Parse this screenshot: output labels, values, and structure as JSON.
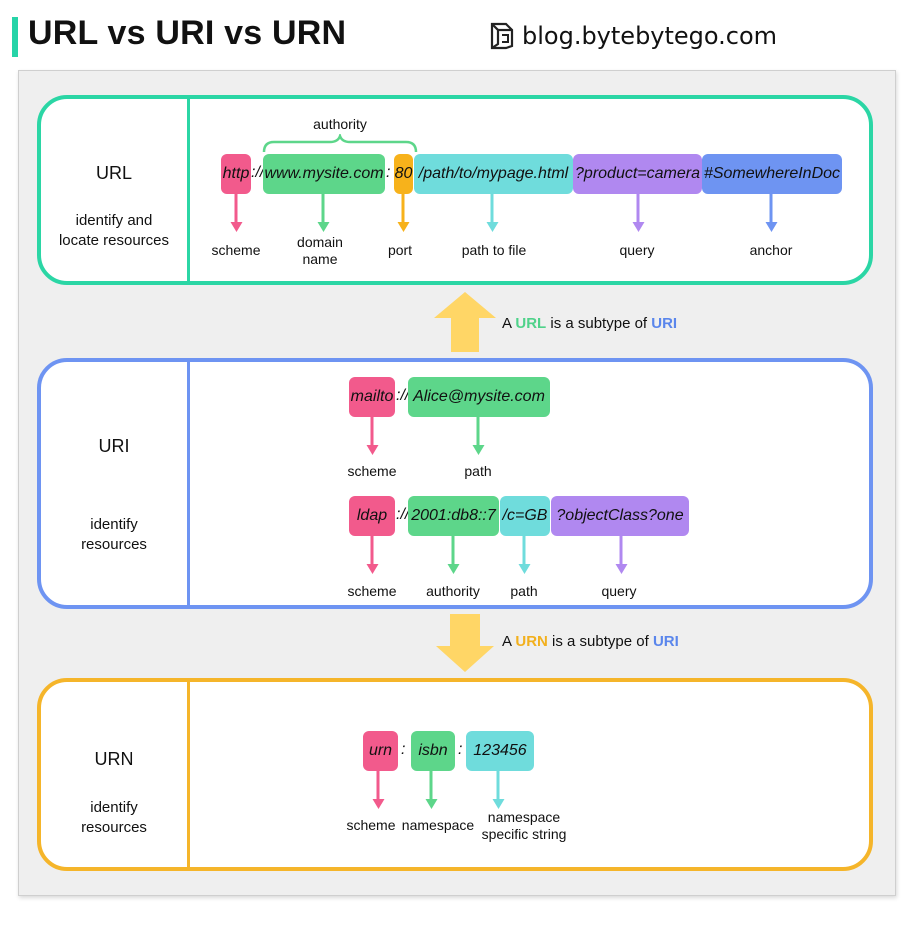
{
  "header": {
    "title": "URL vs URI vs URN",
    "brand": "blog.bytebytego.com"
  },
  "colors": {
    "url_border": "#2bd6a5",
    "uri_border": "#6e94f2",
    "urn_border": "#f5b52a",
    "scheme": "#f25a8c",
    "domain": "#5dd68a",
    "port": "#f7b21b",
    "path": "#6fdcdc",
    "query": "#b088f0",
    "anchor": "#6e94f2",
    "up_arrow": "#ffd666"
  },
  "url": {
    "name": "URL",
    "description_1": "identify and",
    "description_2": "locate resources",
    "authority": "authority",
    "parts": {
      "scheme": "http",
      "sep1": "://",
      "domain": "www.mysite.com",
      "sep2": ":",
      "port": "80",
      "path": "/path/to/mypage.html",
      "query": "?product=camera",
      "anchor": "#SomewhereInDoc"
    },
    "labels": {
      "scheme": "scheme",
      "domain_1": "domain",
      "domain_2": "name",
      "port": "port",
      "path": "path to file",
      "query": "query",
      "anchor": "anchor"
    }
  },
  "note_url": {
    "prefix": "A",
    "term": "URL",
    "middle": "is a subtype of",
    "target": "URI"
  },
  "uri": {
    "name": "URI",
    "description_1": "identify",
    "description_2": "resources",
    "example1": {
      "scheme": "mailto",
      "sep": "://",
      "path": "Alice@mysite.com",
      "labels": {
        "scheme": "scheme",
        "path": "path"
      }
    },
    "example2": {
      "scheme": "ldap",
      "sep": "://",
      "authority": "2001:db8::7",
      "path": "/c=GB",
      "query": "?objectClass?one",
      "labels": {
        "scheme": "scheme",
        "authority": "authority",
        "path": "path",
        "query": "query"
      }
    }
  },
  "note_urn": {
    "prefix": "A",
    "term": "URN",
    "middle": "is a subtype of",
    "target": "URI"
  },
  "urn": {
    "name": "URN",
    "description_1": "identify",
    "description_2": "resources",
    "parts": {
      "scheme": "urn",
      "sep1": ":",
      "namespace": "isbn",
      "sep2": ":",
      "nss": "123456"
    },
    "labels": {
      "scheme": "scheme",
      "namespace": "namespace",
      "nss_1": "namespace",
      "nss_2": "specific string"
    }
  }
}
